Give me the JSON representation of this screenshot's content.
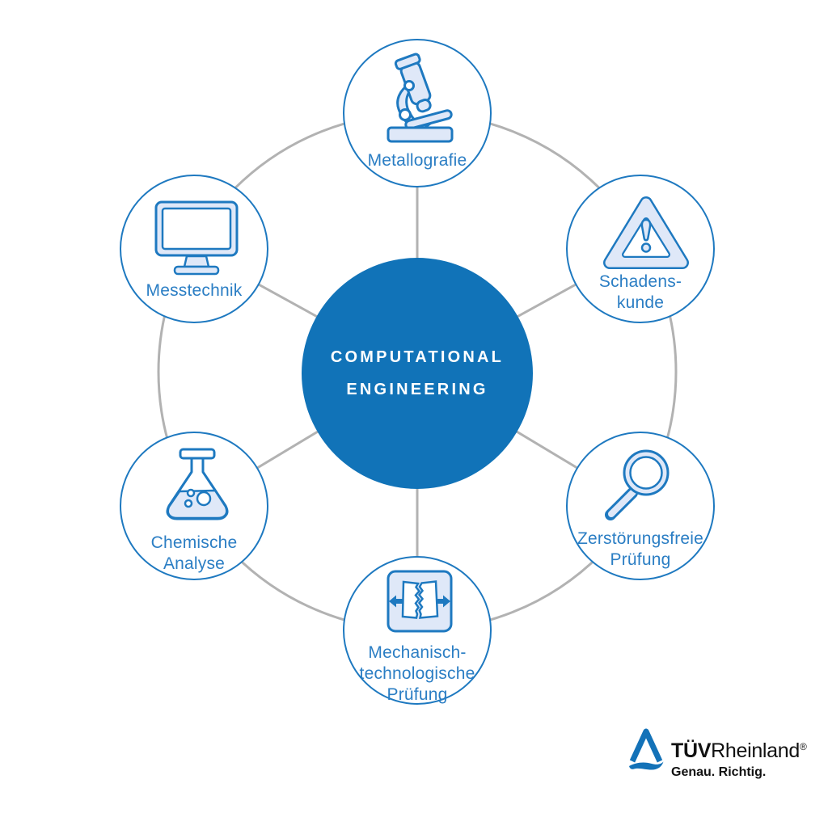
{
  "center": {
    "lines": [
      "COMPUTATIONAL",
      "ENGINEERING"
    ]
  },
  "nodes": [
    {
      "id": "metallografie",
      "icon": "microscope-icon",
      "lines": [
        "Metallografie"
      ]
    },
    {
      "id": "messtechnik",
      "icon": "monitor-icon",
      "lines": [
        "Messtechnik"
      ]
    },
    {
      "id": "schadenskunde",
      "icon": "warning-triangle-icon",
      "lines": [
        "Schadens-",
        "kunde"
      ]
    },
    {
      "id": "chemische-analyse",
      "icon": "flask-icon",
      "lines": [
        "Chemische",
        "Analyse"
      ]
    },
    {
      "id": "zerstoerungsfreie-pruefung",
      "icon": "magnifier-icon",
      "lines": [
        "Zerstörungsfreie",
        "Prüfung"
      ]
    },
    {
      "id": "mechanisch-technologische-pruefung",
      "icon": "fracture-specimen-icon",
      "lines": [
        "Mechanisch-",
        "technologische",
        "Prüfung"
      ]
    }
  ],
  "logo": {
    "brand_bold": "TÜV",
    "brand_regular": "Rheinland",
    "registered_mark": "®",
    "tagline": "Genau. Richtig."
  },
  "colors": {
    "primary_blue": "#1173b8",
    "stroke_blue": "#1e79c0",
    "label_blue": "#2b7ec4",
    "icon_fill": "#dfe8f8",
    "connector_gray": "#b2b2b2",
    "logo_blue": "#1372b8",
    "text_black": "#111111"
  }
}
